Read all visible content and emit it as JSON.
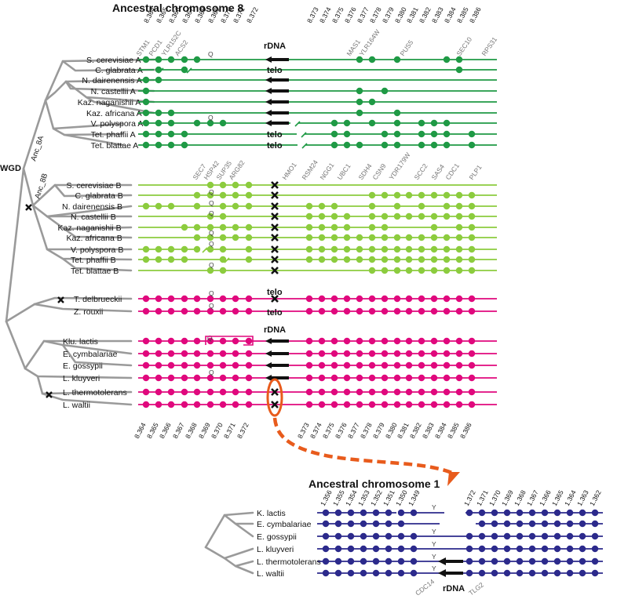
{
  "titles": {
    "chr8": "Ancestral chromosome 8",
    "chr1": "Ancestral chromosome 1"
  },
  "colors": {
    "groupA": "#1f9a45",
    "groupB": "#8ccc3e",
    "pre": "#e0087d",
    "chr1": "#2c2a8c",
    "tree": "#9a9a9a",
    "arrow": "#e85b1c",
    "loss": "#111111"
  },
  "tree_labels": {
    "wgd": "WGD",
    "anc8a": "Anc_8A",
    "anc8b": "Anc_8B"
  },
  "chr8_top_ticks": [
    "8.364",
    "8.365",
    "8.366",
    "8.367",
    "8.368",
    "8.369",
    "8.370",
    "8.371",
    "8.372",
    "8.373",
    "8.374",
    "8.375",
    "8.376",
    "8.377",
    "8.378",
    "8.379",
    "8.380",
    "8.381",
    "8.382",
    "8.383",
    "8.384",
    "8.385",
    "8.386"
  ],
  "chr8_bottom_ticks": [
    "8.364",
    "8.365",
    "8.366",
    "8.367",
    "8.368",
    "8.369",
    "8.370",
    "8.371",
    "8.372",
    "8.373",
    "8.374",
    "8.375",
    "8.376",
    "8.377",
    "8.378",
    "8.379",
    "8.380",
    "8.381",
    "8.382",
    "8.383",
    "8.384",
    "8.385",
    "8.386"
  ],
  "genes_a": [
    "STM1",
    "PCD1",
    "YLR152C",
    "ACS2",
    "MAS1",
    "YLR164W",
    "PUS5",
    "SEC10",
    "RPS31"
  ],
  "genes_b": [
    "SEC7",
    "HSP42",
    "SUP35",
    "ARG82",
    "HMO1",
    "RSM24",
    "NGG1",
    "UBC1",
    "SDH4",
    "CSN9",
    "YDR179W",
    "SCC2",
    "SAS4",
    "CDC1",
    "PLP1"
  ],
  "species_a": [
    "S. cerevisiae A",
    "C. glabrata A",
    "N. dairenensis A",
    "N. castellii A",
    "Kaz. naganishii A",
    "Kaz. africana A",
    "V. polyspora A",
    "Tet. phaffii A",
    "Tet. blattae A"
  ],
  "species_b": [
    "S. cerevisiae B",
    "C. glabrata B",
    "N. dairenensis B",
    "N. castellii B",
    "Kaz. naganishii B",
    "Kaz. africana B",
    "V. polyspora B",
    "Tet. phaffii B",
    "Tet. blattae B"
  ],
  "species_zt": [
    "T. delbrueckii",
    "Z. rouxii"
  ],
  "species_kl": [
    "Klu. lactis",
    "E. cymbalariae",
    "E. gossypii",
    "L. kluyveri",
    "L. thermotolerans",
    "L. waltii"
  ],
  "chr1_ticks": [
    "1.356",
    "1.355",
    "1.354",
    "1.353",
    "1.352",
    "1.351",
    "1.350",
    "1.349",
    "1.372",
    "1.371",
    "1.370",
    "1.369",
    "1.368",
    "1.367",
    "1.366",
    "1.365",
    "1.364",
    "1.363",
    "1.362"
  ],
  "species_chr1": [
    "K. lactis",
    "E. cymbalariae",
    "E. gossypii",
    "L. kluyveri",
    "L. thermotolerans",
    "L. waltii"
  ],
  "feature_labels": {
    "rdna": "rDNA",
    "telo": "telo",
    "q": "Q",
    "y": "Y",
    "cdc14": "CDC14",
    "tlg2": "TLG2"
  }
}
